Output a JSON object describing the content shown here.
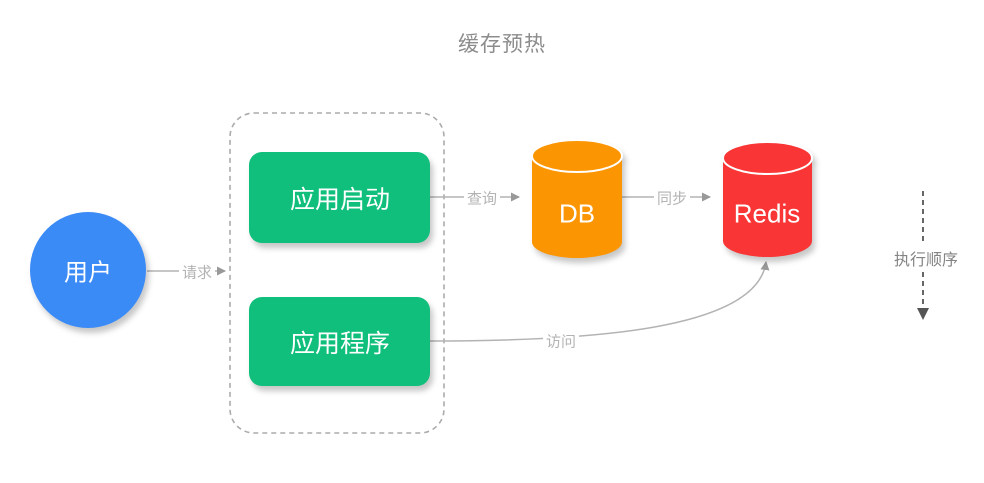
{
  "title": "缓存预热",
  "nodes": {
    "user": {
      "label": "用户",
      "shape": "circle",
      "color": "#3b8bf7"
    },
    "app_start": {
      "label": "应用启动",
      "shape": "rounded-rect",
      "color": "#10bf7b"
    },
    "app_program": {
      "label": "应用程序",
      "shape": "rounded-rect",
      "color": "#10bf7b"
    },
    "db": {
      "label": "DB",
      "shape": "cylinder",
      "color": "#fc9502"
    },
    "redis": {
      "label": "Redis",
      "shape": "cylinder",
      "color": "#f93535"
    }
  },
  "edges": {
    "request": {
      "label": "请求",
      "from": "用户",
      "to": "应用分组"
    },
    "query": {
      "label": "查询",
      "from": "应用启动",
      "to": "DB"
    },
    "sync": {
      "label": "同步",
      "from": "DB",
      "to": "Redis"
    },
    "access": {
      "label": "访问",
      "from": "应用程序",
      "to": "Redis"
    }
  },
  "order_annotation": {
    "label": "执行顺序"
  },
  "colors": {
    "connector": "#b3b3b3",
    "arrowhead": "#999999",
    "order_line": "#666666",
    "order_arrowhead": "#555555",
    "edge_label_text": "#b3b3b3",
    "title_text": "#8c8c8c",
    "node_text": "#ffffff",
    "dashed_border": "#ababab",
    "background": "#ffffff"
  }
}
